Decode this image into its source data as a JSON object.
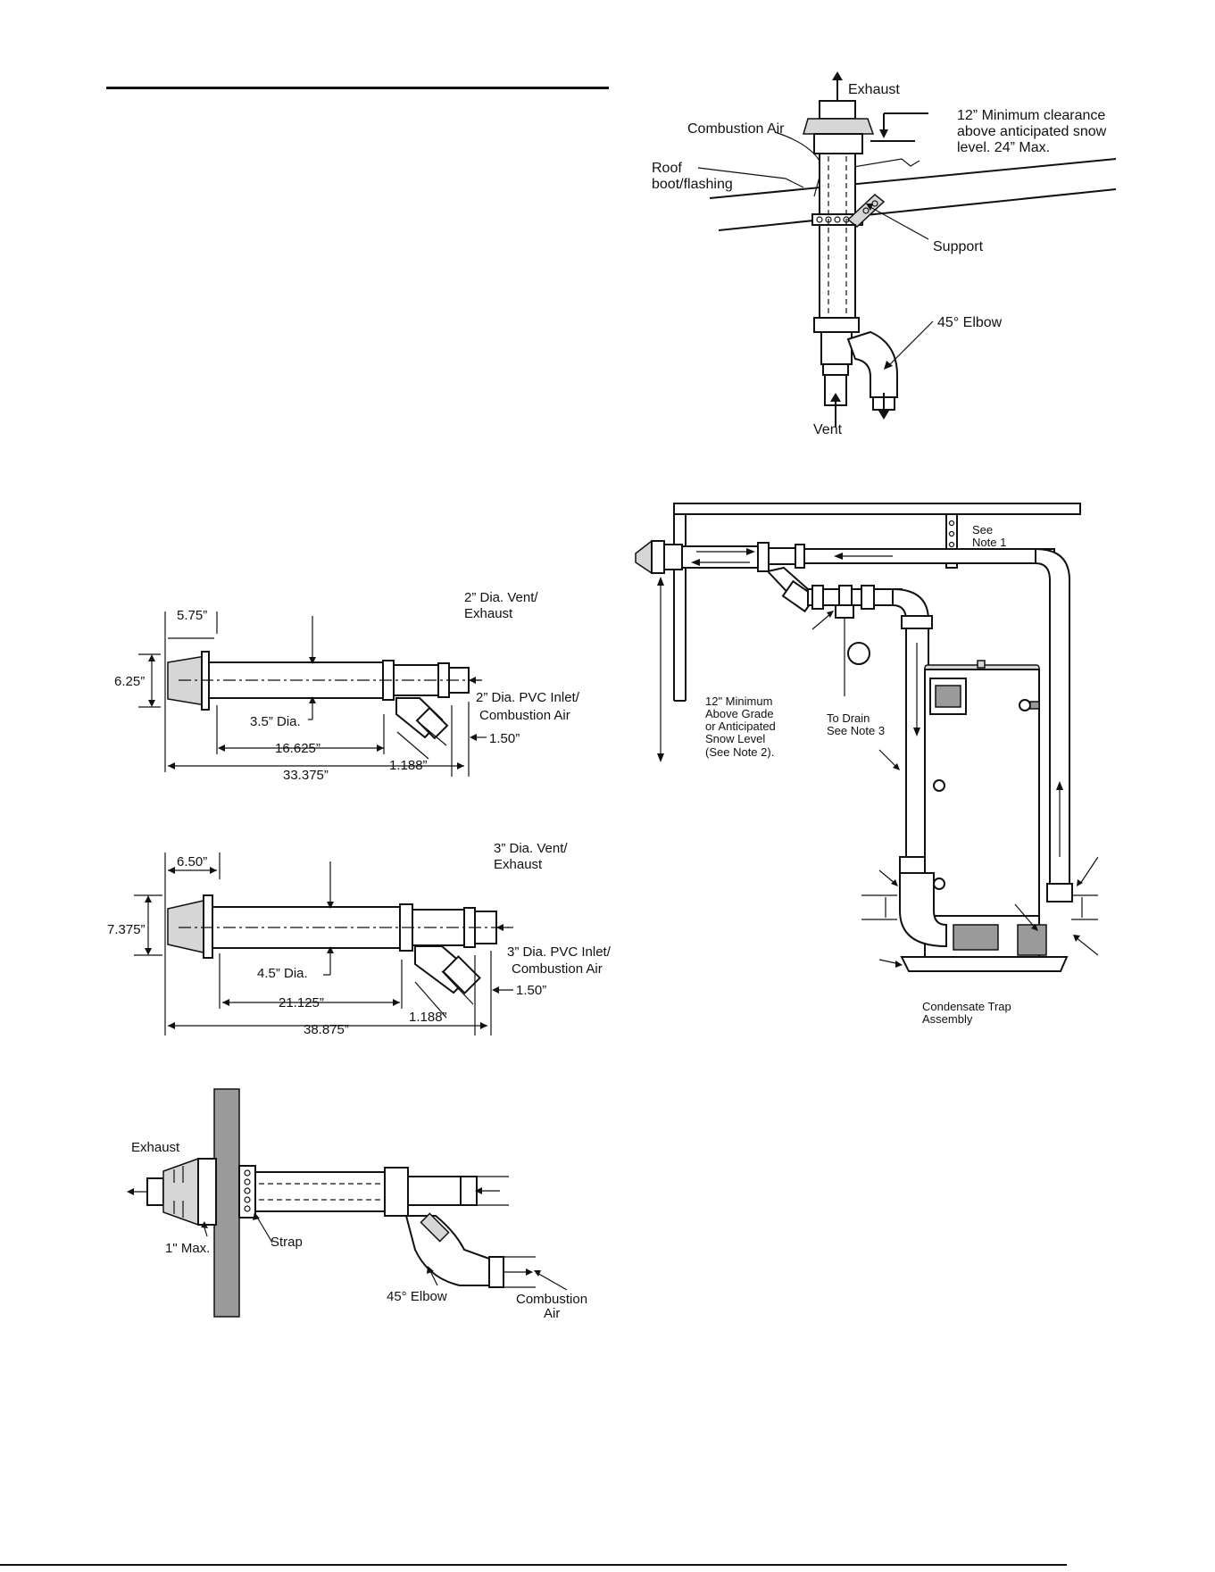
{
  "roof_diagram": {
    "exhaust": "Exhaust",
    "combustion_air": "Combustion Air",
    "roof_line1": "Roof",
    "roof_line2": "boot/flashing",
    "clearance_line1": "12” Minimum clearance",
    "clearance_line2": "above anticipated snow",
    "clearance_line3": "level.  24” Max.",
    "support": "Support",
    "elbow": "45° Elbow",
    "vent": "Vent"
  },
  "install_diagram": {
    "see_note1_line1": "See",
    "see_note1_line2": "Note 1",
    "min_line1": "12\" Minimum",
    "min_line2": "Above Grade",
    "min_line3": "or Anticipated",
    "min_line4": "Snow Level",
    "min_line5": "(See Note 2).",
    "drain_line1": "To Drain",
    "drain_line2": "See Note 3",
    "trap_line1": "Condensate Trap",
    "trap_line2": "Assembly"
  },
  "kit2_diagram": {
    "dim_575": "5.75”",
    "dim_625": "6.25”",
    "vent_line1": "2” Dia. Vent/",
    "vent_line2": "Exhaust",
    "inlet_line1": "2” Dia. PVC Inlet/",
    "inlet_line2": "Combustion Air",
    "dia": "3.5” Dia.",
    "dim_16625": "16.625”",
    "dim_1188": "1.188”",
    "dim_150": "1.50”",
    "dim_33375": "33.375”"
  },
  "kit3_diagram": {
    "dim_650": "6.50”",
    "dim_7375": "7.375”",
    "vent_line1": "3” Dia. Vent/",
    "vent_line2": "Exhaust",
    "inlet_line1": "3” Dia. PVC Inlet/",
    "inlet_line2": "Combustion Air",
    "dia": "4.5” Dia.",
    "dim_21125": "21.125”",
    "dim_1188": "1.188”",
    "dim_150": "1.50”",
    "dim_38875": "38.875”"
  },
  "wall_diagram": {
    "exhaust": "Exhaust",
    "max": "1\" Max.",
    "strap": "Strap",
    "elbow": "45°  Elbow",
    "air_line1": "Combustion",
    "air_line2": "Air"
  }
}
